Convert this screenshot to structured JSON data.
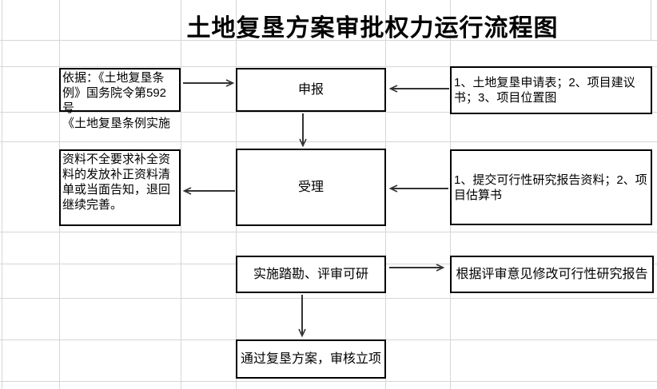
{
  "title": "土地复垦方案审批权力运行流程图",
  "flowchart": {
    "nodes": {
      "basis": {
        "text": "依据：《土地复垦条\n例》国务院令第592号\n《土地复垦条例实施"
      },
      "declare": {
        "text": "申报"
      },
      "materials1": {
        "text": "1、土地复垦申请表；2、项目建议\n书；3、项目位置图"
      },
      "incomplete": {
        "text": "资料不全要求补全资\n料的发放补正资料清\n单或当面告知，退回\n继续完善。"
      },
      "accept": {
        "text": "受理"
      },
      "materials2": {
        "text": "1、提交可行性研究报告资料；2、项\n目估算书"
      },
      "survey": {
        "text": "实施踏勘、评审可研"
      },
      "revise": {
        "text": "根据评审意见修改可行性研究报告"
      },
      "approve": {
        "text": "通过复垦方案，审核立项"
      }
    },
    "edges": [
      {
        "from": "basis",
        "to": "declare",
        "direction": "right"
      },
      {
        "from": "materials1",
        "to": "declare",
        "direction": "left"
      },
      {
        "from": "declare",
        "to": "accept",
        "direction": "down"
      },
      {
        "from": "accept",
        "to": "incomplete",
        "direction": "left"
      },
      {
        "from": "materials2",
        "to": "accept",
        "direction": "left"
      },
      {
        "from": "survey",
        "to": "revise",
        "direction": "right"
      },
      {
        "from": "survey",
        "to": "approve",
        "direction": "down"
      }
    ],
    "colors": {
      "box_border": "#000000",
      "arrow": "#333333",
      "gridline": "#d6d6d6",
      "text": "#000000",
      "background": "#ffffff"
    }
  }
}
